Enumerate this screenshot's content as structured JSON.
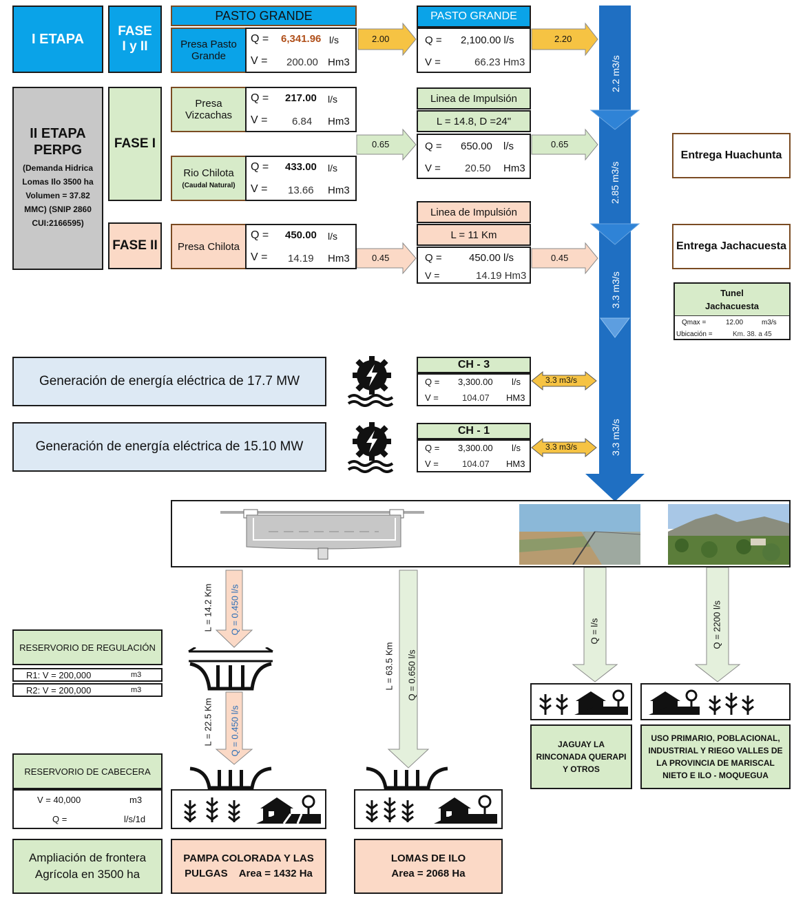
{
  "colors": {
    "blue": "#0aa3e8",
    "green": "#d7ebc9",
    "pink": "#fbd9c6",
    "grey": "#c8c8c8",
    "lightblue": "#dde9f4",
    "column": "#1f6fc2",
    "yellow": "#f6c343",
    "brown": "#7a4b22"
  },
  "stage1": {
    "label": "I ETAPA",
    "phase": "FASE I y II",
    "header": "PASTO GRANDE",
    "dam": "Presa Pasto Grande",
    "q_sym": "Q =",
    "q_val": "6,341.96",
    "q_unit": "l/s",
    "v_sym": "V =",
    "v_val": "200.00",
    "v_unit": "Hm3",
    "arrow": "2.00",
    "dest": {
      "header": "PASTO GRANDE",
      "q_sym": "Q =",
      "q_val": "2,100.00 l/s",
      "v_sym": "V =",
      "v_val": "66.23 Hm3",
      "arrow": "2.20"
    }
  },
  "stage2": {
    "title": "II ETAPA PERPG",
    "desc": "(Demanda Hidrica Lomas Ilo 3500 ha Volumen = 37.82 MMC) (SNIP 2860 CUI:2166595)",
    "phase1": "FASE I",
    "phase2": "FASE II",
    "vizcachas": {
      "name": "Presa Vizcachas",
      "q_sym": "Q =",
      "q_val": "217.00",
      "q_unit": "l/s",
      "v_sym": "V =",
      "v_val": "6.84",
      "v_unit": "Hm3"
    },
    "chilota_rio": {
      "name": "Rio Chilota",
      "sub": "(Caudal Natural)",
      "q_sym": "Q =",
      "q_val": "433.00",
      "q_unit": "l/s",
      "v_sym": "V =",
      "v_val": "13.66",
      "v_unit": "Hm3"
    },
    "arrow1": "0.65",
    "impulsion1": {
      "title": "Linea de Impulsión",
      "spec": "L = 14.8, D =24\"",
      "q_sym": "Q =",
      "q_val": "650.00",
      "q_unit": "l/s",
      "v_sym": "V =",
      "v_val": "20.50",
      "v_unit": "Hm3",
      "arrow": "0.65"
    },
    "chilota_presa": {
      "name": "Presa Chilota",
      "q_sym": "Q =",
      "q_val": "450.00",
      "q_unit": "l/s",
      "v_sym": "V =",
      "v_val": "14.19",
      "v_unit": "Hm3",
      "arrow": "0.45"
    },
    "impulsion2": {
      "title": "Linea de Impulsión",
      "spec": "L = 11 Km",
      "q_sym": "Q =",
      "q_val": "450.00 l/s",
      "v_sym": "V =",
      "v_val": "14.19 Hm3",
      "arrow": "0.45"
    }
  },
  "column_labels": [
    "2.2 m3/s",
    "2.85 m3/s",
    "3.3 m3/s",
    "3.3 m3/s"
  ],
  "entregas": {
    "huachunta": "Entrega Huachunta",
    "jachacuesta": "Entrega Jachacuesta"
  },
  "tunel": {
    "title": "Tunel Jachacuesta (L=7.045)",
    "qmax_label": "Qmax =",
    "qmax_val": "12.00",
    "qmax_unit": "m3/s",
    "ubic_label": "Ubicación =",
    "ubic_val": "Km. 38. a 45"
  },
  "energy": [
    {
      "label": "Generación de energía eléctrica de 17.7 MW",
      "ch": "CH - 3",
      "q_sym": "Q =",
      "q_val": "3,300.00",
      "q_unit": "l/s",
      "v_sym": "V =",
      "v_val": "104.07",
      "v_unit": "HM3",
      "flow": "3.3 m3/s"
    },
    {
      "label": "Generación de energía eléctrica de 15.10 MW",
      "ch": "CH - 1",
      "q_sym": "Q =",
      "q_val": "3,300.00",
      "q_unit": "l/s",
      "v_sym": "V =",
      "v_val": "104.07",
      "v_unit": "HM3",
      "flow": "3.3 m3/s"
    }
  ],
  "branches": {
    "b1_l": "L = 14.2 Km",
    "b1_q": "Q = 0.450 l/s",
    "b2_l": "L = 22.5 Km",
    "b2_q": "Q = 0.450 l/s",
    "b3_l": "L = 63.5 Km",
    "b3_q": "Q = 0.650 l/s",
    "b4_q": "Q = l/s",
    "b5_q": "Q = 2200 l/s"
  },
  "reservoirs": {
    "regulacion": {
      "title": "RESERVORIO DE REGULACIÓN",
      "r1": "R1: V = 200,000",
      "r1_unit": "m3",
      "r2": "R2: V = 200,000",
      "r2_unit": "m3"
    },
    "cabecera": {
      "title": "RESERVORIO DE CABECERA",
      "v": "V = 40,000",
      "v_unit": "m3",
      "q": "Q =",
      "q_unit": "l/s/1d"
    }
  },
  "outcomes": {
    "frontera": "Ampliación de frontera Agrícola en 3500 ha",
    "pampa": "PAMPA COLORADA Y LAS PULGAS    Area = 1432 Ha",
    "lomas": "LOMAS DE ILO Area = 2068 Ha",
    "jaguay": "JAGUAY LA RINCONADA QUERAPI Y OTROS",
    "uso": "USO PRIMARIO, POBLACIONAL, INDUSTRIAL Y RIEGO VALLES DE LA PROVINCIA DE MARISCAL NIETO E ILO - MOQUEGUA"
  }
}
